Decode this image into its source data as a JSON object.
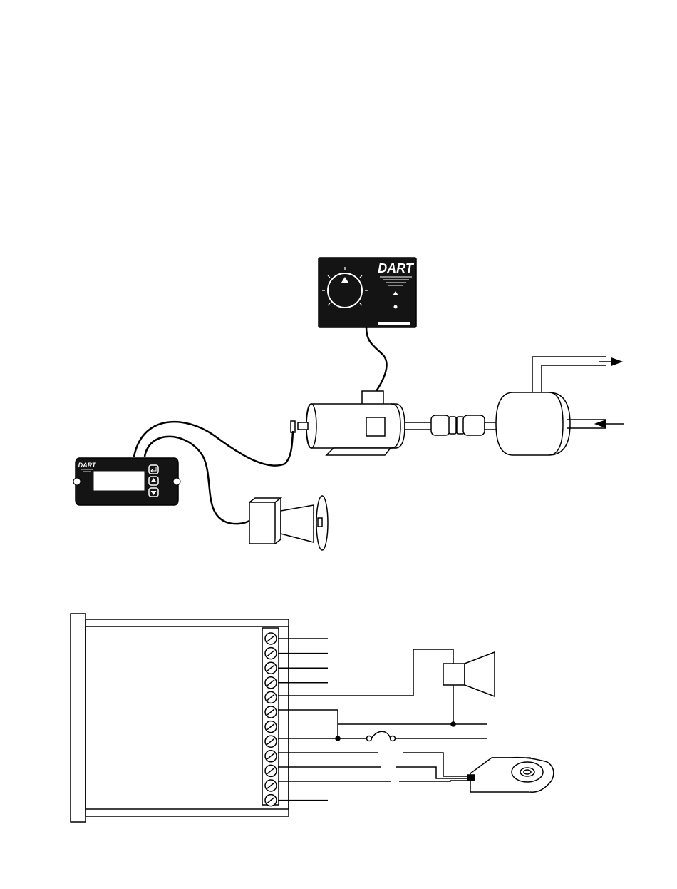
{
  "brand": {
    "logo_text": "DART"
  },
  "colors": {
    "ink": "#000000",
    "paper": "#ffffff",
    "panel_dark": "#141414"
  },
  "top_diagram": {
    "components": [
      "pickup-control-box",
      "digital-tachometer",
      "alarm-horn",
      "motor",
      "shaft-coupling",
      "driven-load-fan"
    ],
    "icons": [
      "enter-icon",
      "up-arrow-icon",
      "down-arrow-icon",
      "dial-indicator-icon"
    ]
  },
  "wiring_diagram": {
    "terminal_count": 12,
    "components": [
      "controller-housing",
      "terminal-strip",
      "alarm-horn",
      "fuse",
      "magnetic-pickup-sensor"
    ]
  }
}
